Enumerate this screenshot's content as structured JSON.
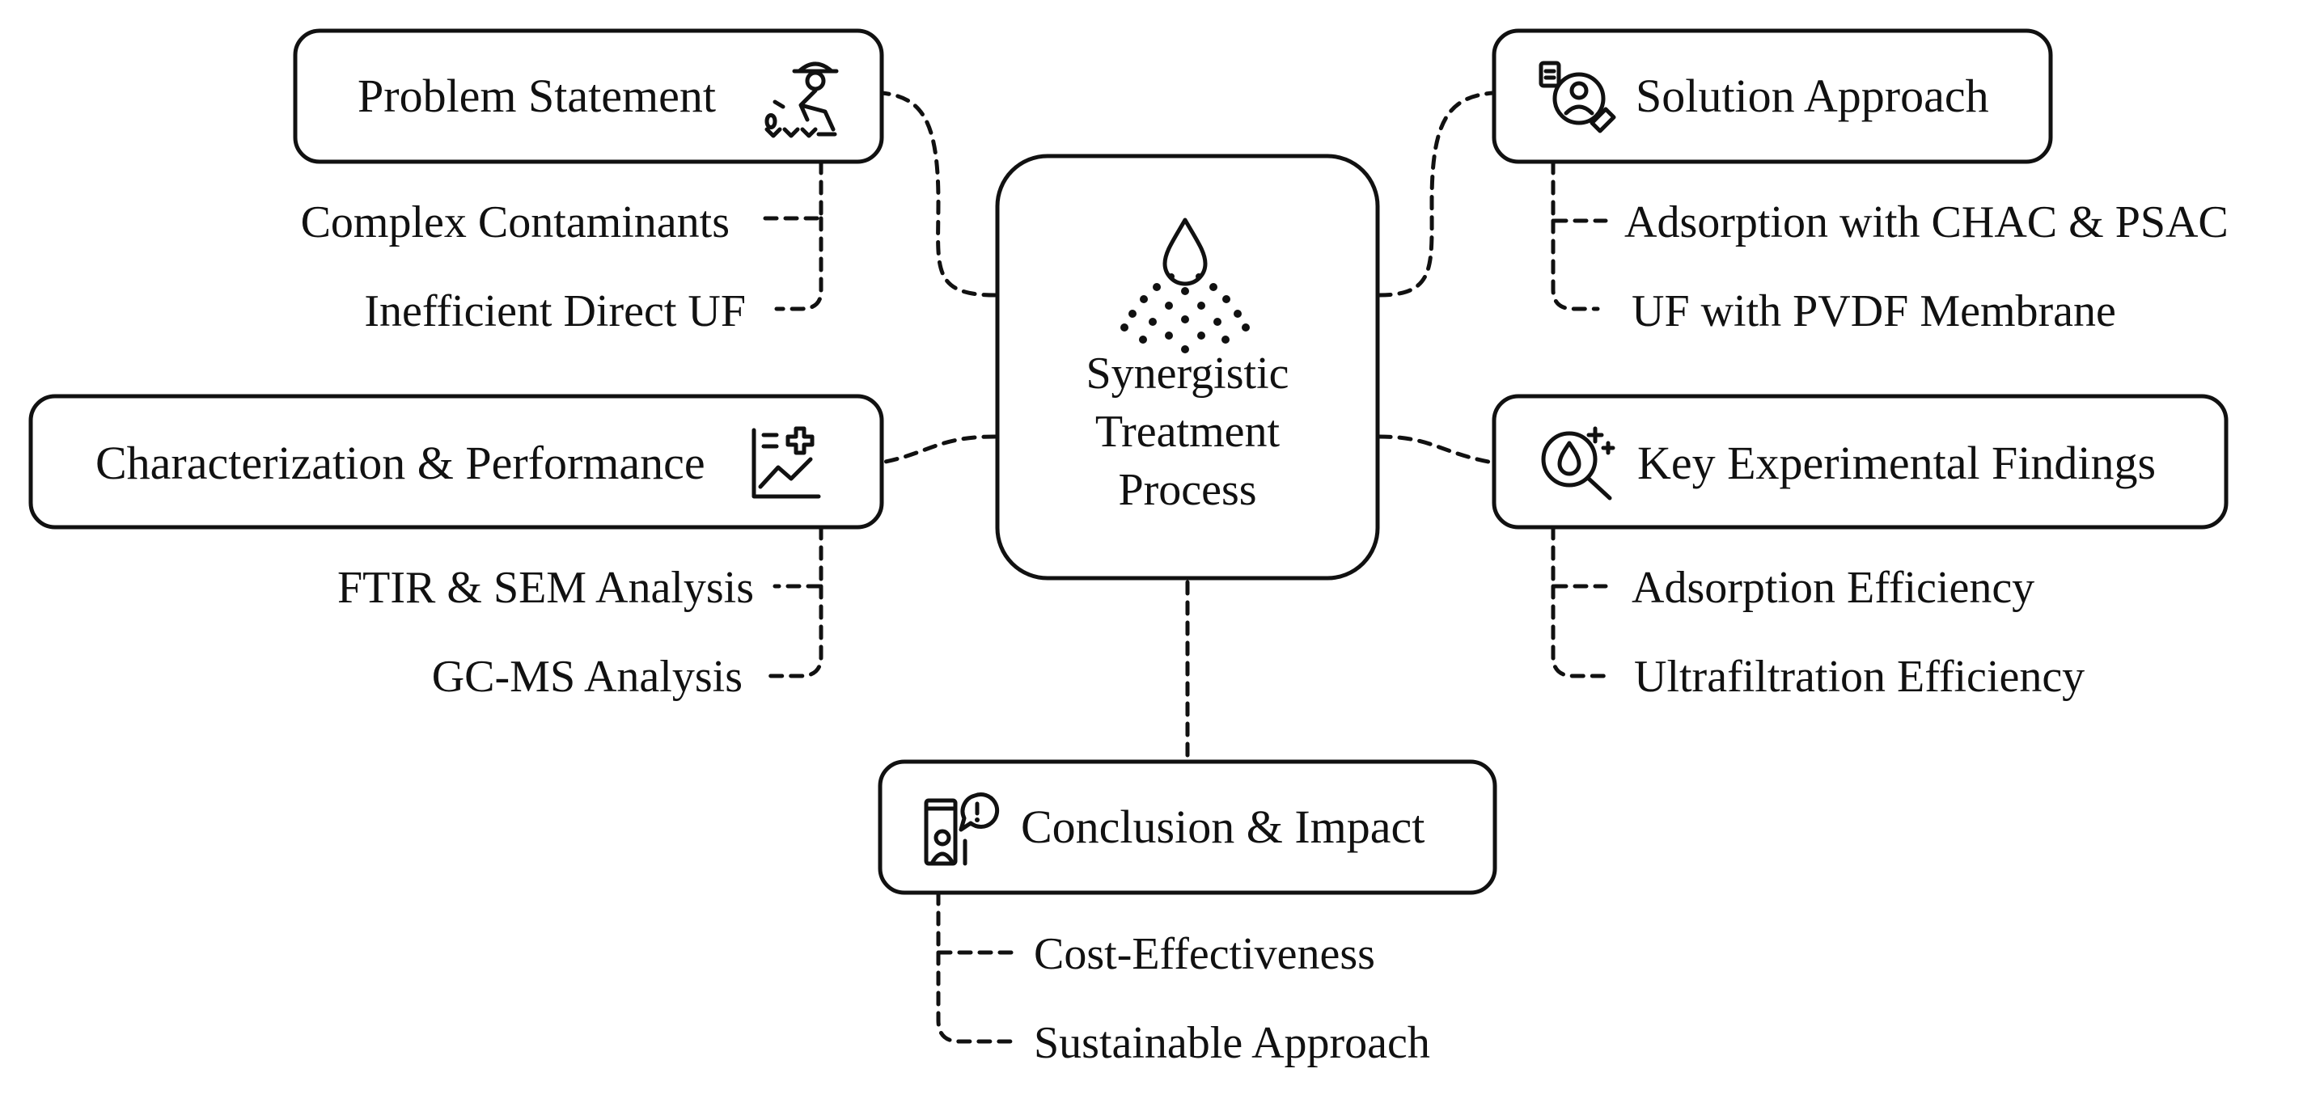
{
  "center": {
    "lines": [
      "Synergistic",
      "Treatment",
      "Process"
    ],
    "icon": "water-drop-spray-icon"
  },
  "nodes": {
    "problem": {
      "label": "Problem Statement",
      "icon": "farmer-planting-icon",
      "items": [
        "Complex Contaminants",
        "Inefficient Direct UF"
      ]
    },
    "solution": {
      "label": "Solution Approach",
      "icon": "researcher-document-icon",
      "items": [
        "Adsorption with CHAC & PSAC",
        "UF with PVDF Membrane"
      ]
    },
    "characterization": {
      "label": "Characterization & Performance",
      "icon": "chart-plus-icon",
      "items": [
        "FTIR & SEM Analysis",
        "GC-MS Analysis"
      ]
    },
    "findings": {
      "label": "Key Experimental Findings",
      "icon": "magnifier-drop-icon",
      "items": [
        "Adsorption Efficiency",
        "Ultrafiltration Efficiency"
      ]
    },
    "conclusion": {
      "label": "Conclusion & Impact",
      "icon": "presenter-alert-icon",
      "items": [
        "Cost-Effectiveness",
        "Sustainable Approach"
      ]
    }
  }
}
